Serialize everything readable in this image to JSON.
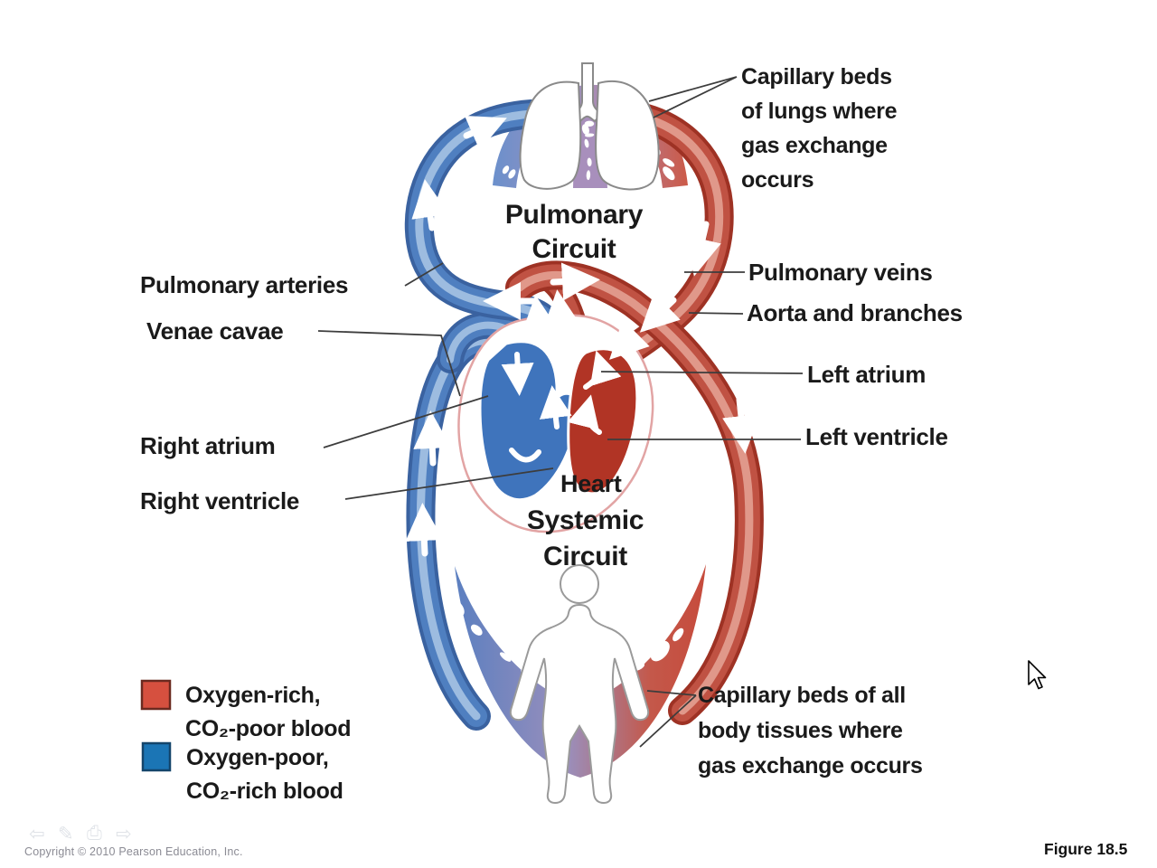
{
  "diagram": {
    "titles": {
      "pulmonary_circuit": "Pulmonary\nCircuit",
      "systemic_circuit": "Systemic\nCircuit",
      "heart": "Heart"
    },
    "labels": {
      "capillary_lungs": "Capillary beds\nof lungs where\ngas exchange\noccurs",
      "pulmonary_arteries": "Pulmonary arteries",
      "venae_cavae": "Venae cavae",
      "right_atrium": "Right atrium",
      "right_ventricle": "Right ventricle",
      "pulmonary_veins": "Pulmonary veins",
      "aorta_branches": "Aorta and branches",
      "left_atrium": "Left atrium",
      "left_ventricle": "Left ventricle",
      "capillary_body": "Capillary beds of all\nbody tissues where\ngas exchange occurs"
    },
    "legend": {
      "items": [
        {
          "label": "Oxygen-rich,\nCO₂-poor blood",
          "color": "#d6503f"
        },
        {
          "label": "Oxygen-poor,\nCO₂-rich blood",
          "color": "#1b75b5"
        }
      ]
    },
    "colors": {
      "oxygen_rich": "#d6503f",
      "oxygen_poor": "#1b75b5",
      "vessel_red": "#c05243",
      "vessel_blue": "#4f7fc0",
      "text": "#1a1a1a"
    }
  },
  "footer": {
    "copyright": "Copyright © 2010 Pearson Education, Inc.",
    "figure_number": "Figure 18.5"
  },
  "icons": {
    "toolbar": [
      {
        "name": "back-arrow-icon",
        "glyph": "⇦"
      },
      {
        "name": "pen-icon",
        "glyph": "✎"
      },
      {
        "name": "printer-icon",
        "glyph": "⎙"
      },
      {
        "name": "forward-arrow-icon",
        "glyph": "⇨"
      }
    ],
    "cursor": "arrow-pointer"
  }
}
